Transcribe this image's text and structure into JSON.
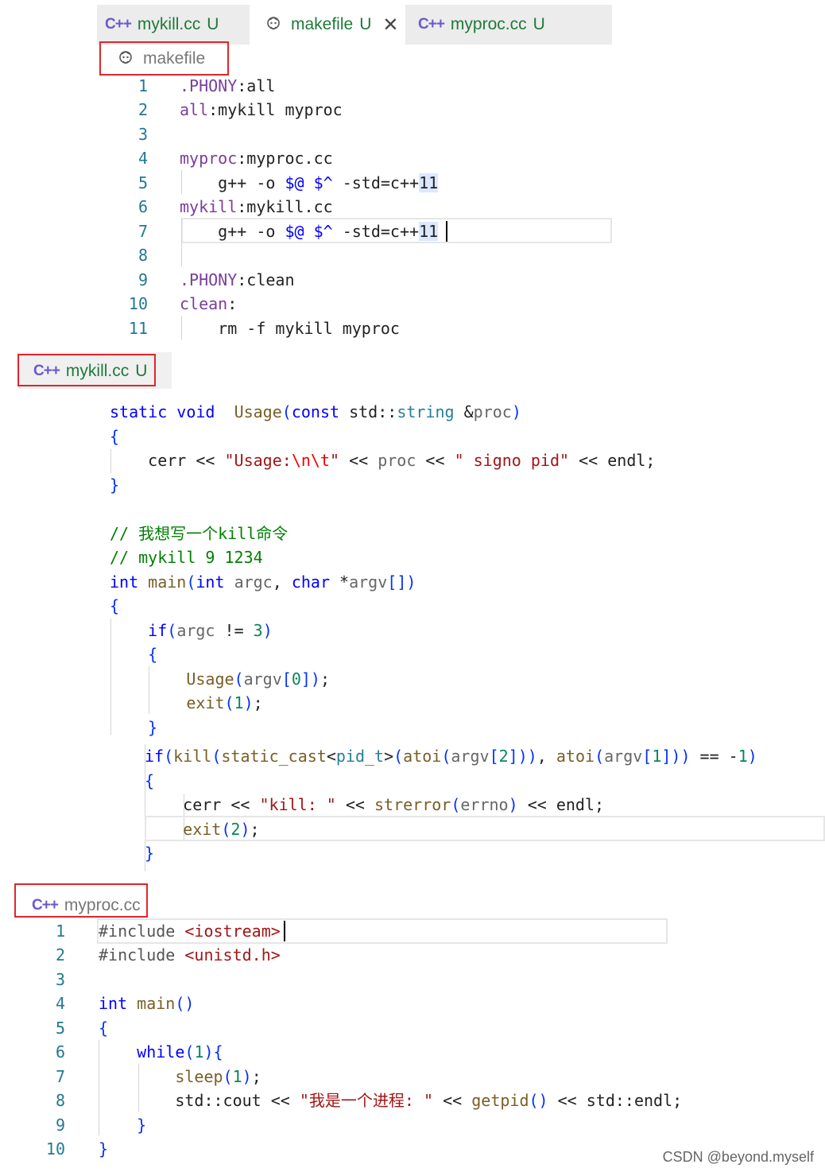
{
  "tabs": [
    {
      "label": "mykill.cc",
      "status": "U",
      "icon": "cpp-icon"
    },
    {
      "label": "makefile",
      "status": "U",
      "icon": "makefile-icon",
      "active": true
    },
    {
      "label": "myproc.cc",
      "status": "U",
      "icon": "cpp-icon"
    }
  ],
  "breadcrumbs": {
    "makefile": "makefile",
    "mykill": "mykill.cc",
    "mykill_status": "U",
    "myproc": "myproc.cc"
  },
  "makefile_lines": [
    {
      "n": "1",
      "text": ".PHONY:all"
    },
    {
      "n": "2",
      "text": "all:mykill myproc"
    },
    {
      "n": "3",
      "text": ""
    },
    {
      "n": "4",
      "text": "myproc:myproc.cc"
    },
    {
      "n": "5",
      "text": "\tg++ -o $@ $^ -std=c++11"
    },
    {
      "n": "6",
      "text": "mykill:mykill.cc"
    },
    {
      "n": "7",
      "text": "\tg++ -o $@ $^ -std=c++11"
    },
    {
      "n": "8",
      "text": ""
    },
    {
      "n": "9",
      "text": ".PHONY:clean"
    },
    {
      "n": "10",
      "text": "clean:"
    },
    {
      "n": "11",
      "text": "\trm -f mykill myproc"
    }
  ],
  "mykill_lines": [
    "static void  Usage(const std::string &proc)",
    "{",
    "    cerr << \"Usage:\\n\\t\" << proc << \" signo pid\" << endl;",
    "}",
    "",
    "// 我想写一个kill命令",
    "// mykill 9 1234",
    "int main(int argc, char *argv[])",
    "{",
    "    if(argc != 3)",
    "    {",
    "        Usage(argv[0]);",
    "        exit(1);",
    "    }",
    "    if(kill(static_cast<pid_t>(atoi(argv[2])), atoi(argv[1])) == -1)",
    "    {",
    "        cerr << \"kill: \" << strerror(errno) << endl;",
    "        exit(2);",
    "    }"
  ],
  "myproc_lines": [
    {
      "n": "1",
      "text": "#include <iostream>"
    },
    {
      "n": "2",
      "text": "#include <unistd.h>"
    },
    {
      "n": "3",
      "text": ""
    },
    {
      "n": "4",
      "text": "int main()"
    },
    {
      "n": "5",
      "text": "{"
    },
    {
      "n": "6",
      "text": "    while(1){"
    },
    {
      "n": "7",
      "text": "        sleep(1);"
    },
    {
      "n": "8",
      "text": "        std::cout << \"我是一个进程: \" << getpid() << std::endl;"
    },
    {
      "n": "9",
      "text": "    }"
    },
    {
      "n": "10",
      "text": "}"
    }
  ],
  "footer": "CSDN @beyond.myself",
  "colors": {
    "highlight_box": "#e0262b",
    "line_number": "#237893",
    "keyword": "#0000ff",
    "string": "#a31515",
    "comment": "#008000"
  }
}
